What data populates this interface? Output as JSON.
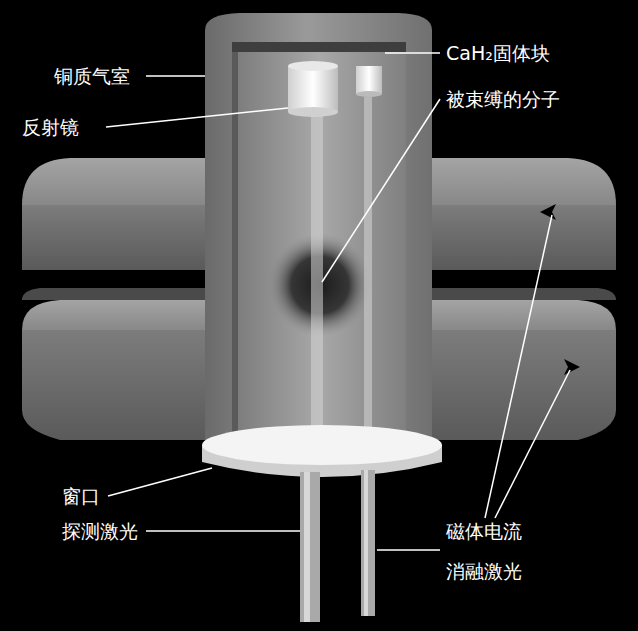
{
  "diagram": {
    "labels": [
      "铜质气室",
      "反射镜",
      "CaH₂固体块",
      "被束缚的分子",
      "窗口",
      "探测激光",
      "磁体电流",
      "消融激光"
    ]
  }
}
